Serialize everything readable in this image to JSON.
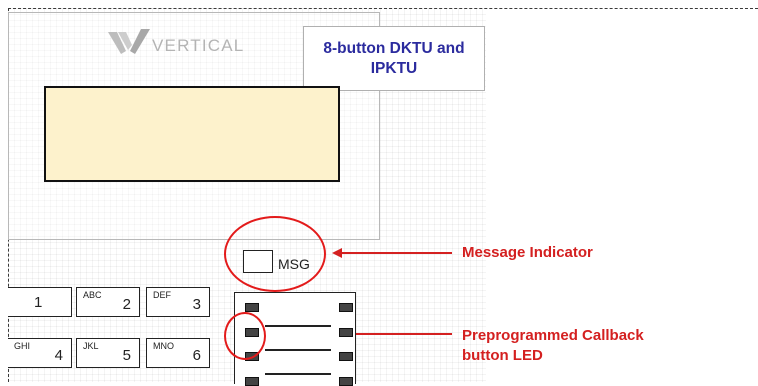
{
  "logo": {
    "text": "VERTICAL",
    "icon": "vertical-logo-mark"
  },
  "title": {
    "line1": "8-button DKTU and",
    "line2": "IPKTU"
  },
  "msg_indicator": {
    "label": "MSG"
  },
  "callouts": {
    "message": "Message Indicator",
    "callback_line1": "Preprogrammed Callback",
    "callback_line2": "button LED"
  },
  "keypad": [
    {
      "letters": "",
      "digit": "1"
    },
    {
      "letters": "ABC",
      "digit": "2"
    },
    {
      "letters": "DEF",
      "digit": "3"
    },
    {
      "letters": "GHI",
      "digit": "4"
    },
    {
      "letters": "JKL",
      "digit": "5"
    },
    {
      "letters": "MNO",
      "digit": "6"
    }
  ],
  "colors": {
    "annotation_red": "#e31b1b",
    "title_blue": "#2b2b9e",
    "lcd_fill": "#fdf2cc"
  }
}
